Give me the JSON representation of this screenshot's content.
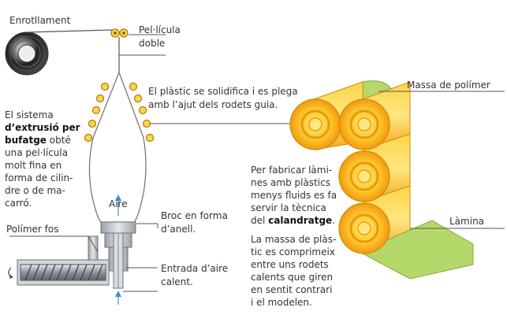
{
  "labels": {
    "enrotllament": "Enrotllament",
    "pelicula_doble_1": "Pel·lícula",
    "pelicula_doble_2": "doble",
    "solidifica_1": "El plàstic se solidifica i es plega",
    "solidifica_2": "amb l’ajut dels rodets guia.",
    "massa_polimer": "Massa de polímer",
    "aire": "Aire",
    "broc_1": "Broc en forma",
    "broc_2": "d’anell.",
    "polimer_fos": "Polímer fos",
    "entrada_1": "Entrada d’aire",
    "entrada_2": "calent.",
    "lamina": "Làmina"
  },
  "left_text": {
    "l1": "El sistema",
    "l2_bold": "d’extrusió per",
    "l3_bold": "bufatge",
    "l3_rest": " obté",
    "l4": "una pel·lícula",
    "l5": "molt fina en",
    "l6": "forma de cilin-",
    "l7": "dre o de ma-",
    "l8": "carró."
  },
  "right_text": {
    "p1_l1": "Per fabricar làmi-",
    "p1_l2": "nes amb plàstics",
    "p1_l3": "menys fluids es fa",
    "p1_l4": "servir la tècnica",
    "p1_l5_pre": "del ",
    "p1_l5_bold": "calandratge",
    "p1_l5_post": ".",
    "p2_l1": "La massa de plàs-",
    "p2_l2": "tic es comprimeix",
    "p2_l3": "entre uns rodets",
    "p2_l4": "calents que giren",
    "p2_l5": "en sentit contrari",
    "p2_l6": "i el modelen."
  },
  "colors": {
    "roller_orange": "#f5a623",
    "roller_yellow": "#ffd54f",
    "sheet_green": "#b5d86a",
    "film_stroke": "#777777",
    "machine_gray": "#b9bfc4",
    "air_arrow": "#3d8fd8"
  }
}
